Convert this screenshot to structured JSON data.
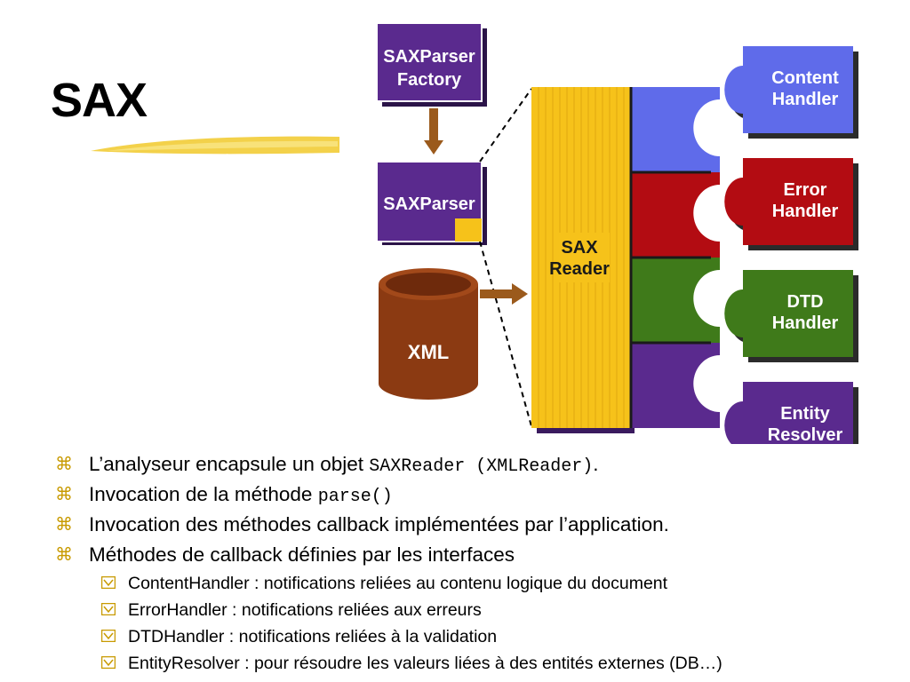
{
  "slide": {
    "title": "SAX"
  },
  "diagram": {
    "saxparser_factory": [
      "SAXParser",
      "Factory"
    ],
    "saxparser": "SAXParser",
    "xml": "XML",
    "sax_reader": [
      "SAX",
      "Reader"
    ],
    "handlers": [
      {
        "lines": [
          "Content",
          "Handler"
        ],
        "color": "#5f6bea"
      },
      {
        "lines": [
          "Error",
          "Handler"
        ],
        "color": "#b30c12"
      },
      {
        "lines": [
          "DTD",
          "Handler"
        ],
        "color": "#3f7a1a"
      },
      {
        "lines": [
          "Entity",
          "Resolver"
        ],
        "color": "#5a2a8e"
      }
    ],
    "colors": {
      "purple": "#5a2a8e",
      "yellow": "#f6c21a",
      "brown": "#8b3a12",
      "arrow": "#9b5a1c"
    }
  },
  "bullets": [
    {
      "text": "L’analyseur encapsule un objet ",
      "code": "SAXReader (XMLReader)",
      "tail": "."
    },
    {
      "text": "Invocation de la méthode ",
      "code": "parse()",
      "tail": ""
    },
    {
      "text": "Invocation des méthodes callback implémentées par l’application.",
      "code": "",
      "tail": ""
    },
    {
      "text": "Méthodes de callback définies par les interfaces",
      "code": "",
      "tail": ""
    }
  ],
  "sub_bullets": [
    "ContentHandler : notifications reliées au contenu logique du document",
    "ErrorHandler : notifications reliées aux erreurs",
    "DTDHandler : notifications reliées à la validation",
    "EntityResolver : pour résoudre les valeurs liées à des entités externes (DB…)"
  ]
}
